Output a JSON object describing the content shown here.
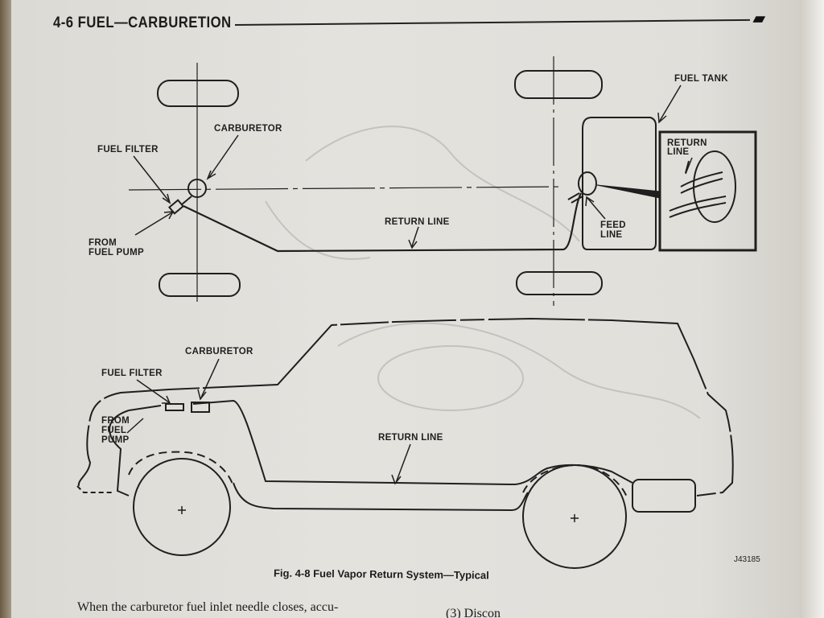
{
  "header": {
    "title": "4-6 FUEL—CARBURETION",
    "logo_glyph": "▰"
  },
  "top_view": {
    "labels": {
      "carburetor": "CARBURETOR",
      "fuel_filter": "FUEL FILTER",
      "from_fuel_pump_1": "FROM",
      "from_fuel_pump_2": "FUEL PUMP",
      "return_line": "RETURN LINE",
      "fuel_tank": "FUEL TANK",
      "inset_return_1": "RETURN",
      "inset_return_2": "LINE",
      "feed_line_1": "FEED",
      "feed_line_2": "LINE"
    }
  },
  "side_view": {
    "labels": {
      "carburetor": "CARBURETOR",
      "fuel_filter": "FUEL FILTER",
      "from_1": "FROM",
      "from_2": "FUEL",
      "from_3": "PUMP",
      "return_line": "RETURN LINE"
    }
  },
  "figure": {
    "caption": "Fig. 4-8  Fuel Vapor Return System—Typical",
    "id": "J43185"
  },
  "body_text": {
    "left": "When the carburetor fuel inlet needle closes, accu-",
    "right": "(3)  Discon"
  },
  "colors": {
    "paper": "#e2e0db",
    "ink": "#1f1f1f",
    "bleed": "#a8a8a4"
  }
}
